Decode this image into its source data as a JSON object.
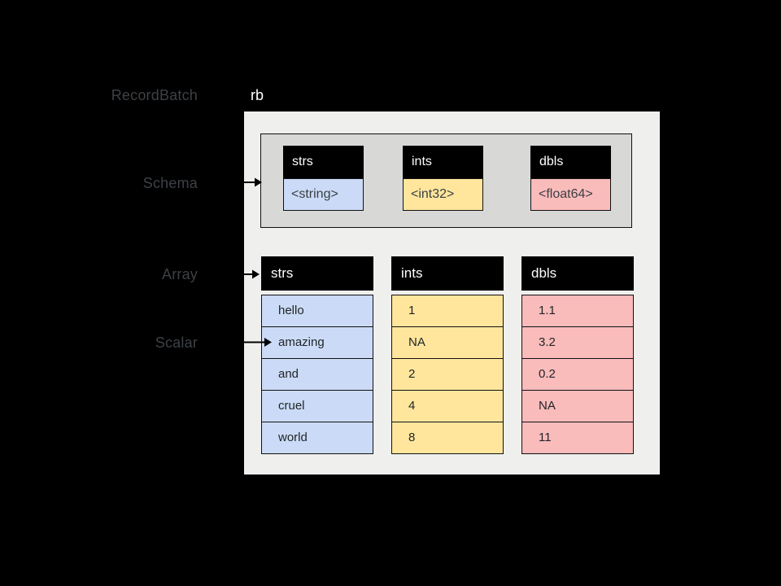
{
  "page": {
    "background": "#000000"
  },
  "labels": {
    "record_batch": "RecordBatch",
    "schema": "Schema",
    "array": "Array",
    "scalar": "Scalar"
  },
  "variable_label": "rb",
  "panel": {
    "background": "#efefee"
  },
  "theme": {
    "header_bg": "#000000",
    "header_text_color": "#ffffff",
    "border_color": "#111111",
    "arrow_color": "#000000",
    "label_text_color": "#3d4145"
  },
  "schema": {
    "background": "#d8d8d7",
    "fields": [
      {
        "name": "strs",
        "type": "<string>",
        "color": "#cbdbf7"
      },
      {
        "name": "ints",
        "type": "<int32>",
        "color": "#ffe69c"
      },
      {
        "name": "dbls",
        "type": "<float64>",
        "color": "#fabbbb"
      }
    ]
  },
  "arrays": {
    "columns": [
      {
        "name": "strs",
        "color": "#cbdbf7",
        "values": [
          "hello",
          "amazing",
          "and",
          "cruel",
          "world"
        ]
      },
      {
        "name": "ints",
        "color": "#ffe69c",
        "values": [
          "1",
          "NA",
          "2",
          "4",
          "8"
        ]
      },
      {
        "name": "dbls",
        "color": "#fabbbb",
        "values": [
          "1.1",
          "3.2",
          "0.2",
          "NA",
          "11"
        ]
      }
    ]
  }
}
